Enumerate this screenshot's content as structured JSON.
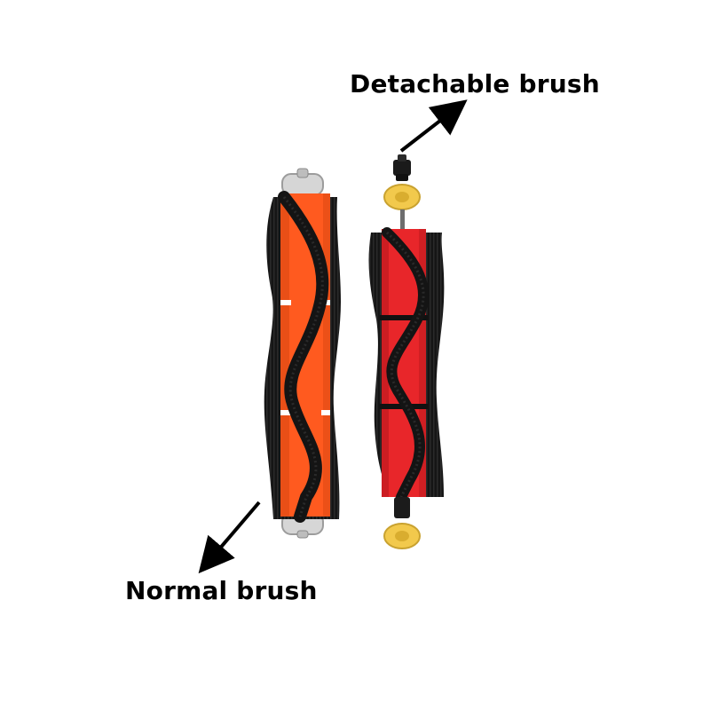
{
  "labels": {
    "detachable": "Detachable brush",
    "normal": "Normal brush"
  },
  "colors": {
    "normal_brush_body": "#ff5a1f",
    "detachable_brush_body": "#e8262a",
    "bristles": "#111111",
    "end_cap": "#cfcfcf",
    "bearing_yellow": "#f2c94c",
    "arrow": "#000000",
    "background": "#ffffff"
  },
  "icons": {
    "arrow_detachable": "arrow-up-right",
    "arrow_normal": "arrow-down-left"
  }
}
